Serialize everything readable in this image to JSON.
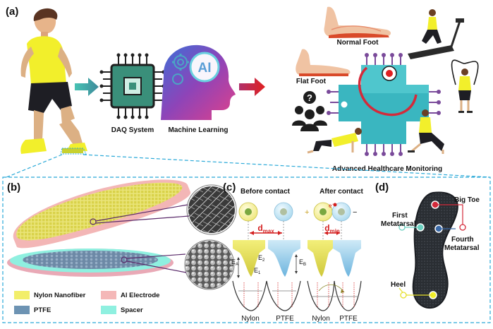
{
  "panels": {
    "a": "(a)",
    "b": "(b)",
    "c": "(c)",
    "d": "(d)"
  },
  "panel_a": {
    "daq_label": "DAQ System",
    "ml_label": "Machine Learning",
    "ai_text": "AI",
    "normal_foot": "Normal Foot",
    "flat_foot": "Flat Foot",
    "question_mark": "?",
    "monitoring_label": "Advanced Healthcare Monitoring"
  },
  "panel_b": {
    "legend": [
      {
        "label": "Nylon Nanofiber",
        "color": "#f2ee6a"
      },
      {
        "label": "Al  Electrode",
        "color": "#f4b8b8"
      },
      {
        "label": "PTFE",
        "color": "#6d93b3"
      },
      {
        "label": "Spacer",
        "color": "#8ff0e0"
      }
    ]
  },
  "panel_c": {
    "before_title": "Before contact",
    "after_title": "After contact",
    "dmax_main": "d",
    "dmax_sub": "max",
    "dmin_main": "d",
    "dmin_sub": "min",
    "ea_main": "E",
    "ea_sub": "A",
    "e1_main": "E",
    "e1_sub": "1",
    "e2_main": "E",
    "e2_sub": "2",
    "eb_main": "E",
    "eb_sub": "B",
    "plus": "+",
    "minus": "−",
    "electron": "e",
    "electron_sup": "−",
    "nylon_1": "Nylon",
    "ptfe_1": "PTFE",
    "nylon_2": "Nylon",
    "ptfe_2": "PTFE"
  },
  "panel_d": {
    "big_toe": "Big Toe",
    "first_metatarsal_1": "First",
    "first_metatarsal_2": "Metatarsal",
    "fourth_metatarsal_1": "Fourth",
    "fourth_metatarsal_2": "Metatarsal",
    "heel": "Heel"
  },
  "colors": {
    "dashed_frame": "#2aa9d8",
    "dimension_red": "#d42020",
    "nylon_yellow": "#e3e04a",
    "ptfe_blue": "#7ec3e6",
    "arrow_teal": "#3aa8a0",
    "arrow_purple": "#7a4a9a",
    "arrow_red": "#d92020"
  }
}
